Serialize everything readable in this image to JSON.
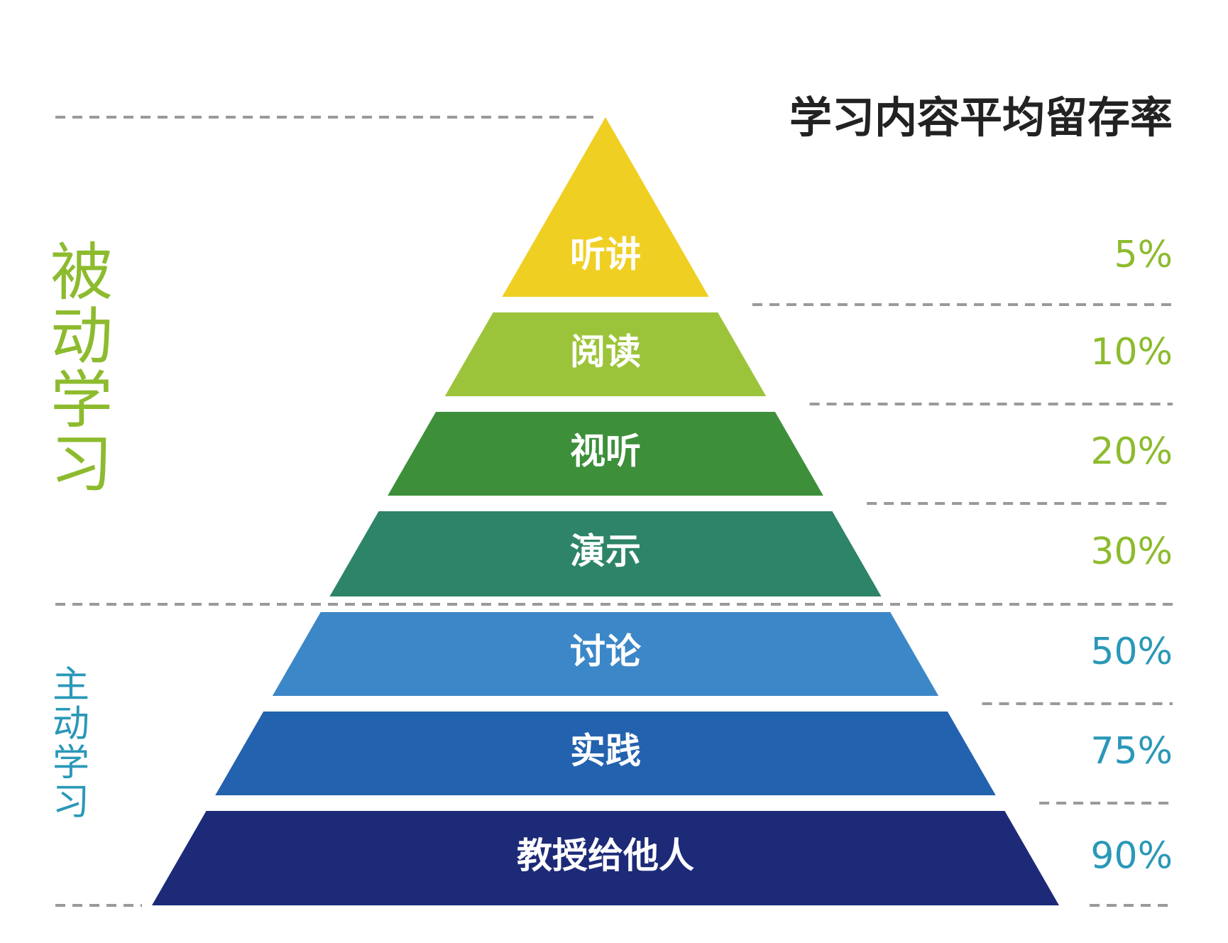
{
  "title": "学习内容平均留存率",
  "passive_label": "被动学习",
  "active_label": "主动学习",
  "colors": {
    "passive": "#8dbb2e",
    "active": "#2a98b8",
    "title": "#222222"
  },
  "layers": [
    {
      "name": "听讲",
      "retention": "5%",
      "color": "#f0cf23",
      "percent_color": "#8dbb2e"
    },
    {
      "name": "阅读",
      "retention": "10%",
      "color": "#9cc43a",
      "percent_color": "#8dbb2e"
    },
    {
      "name": "视听",
      "retention": "20%",
      "color": "#3d8f3a",
      "percent_color": "#8dbb2e"
    },
    {
      "name": "演示",
      "retention": "30%",
      "color": "#2e8468",
      "percent_color": "#8dbb2e"
    },
    {
      "name": "讨论",
      "retention": "50%",
      "color": "#3c87c7",
      "percent_color": "#2a98b8"
    },
    {
      "name": "实践",
      "retention": "75%",
      "color": "#2362ae",
      "percent_color": "#2a98b8"
    },
    {
      "name": "教授给他人",
      "retention": "90%",
      "color": "#1d2a78",
      "percent_color": "#2a98b8"
    }
  ]
}
